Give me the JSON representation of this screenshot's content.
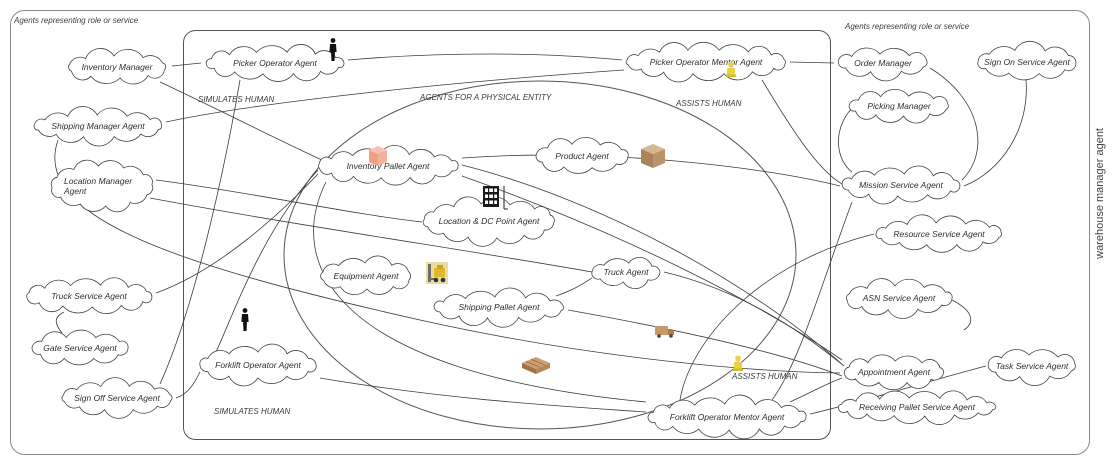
{
  "captions": {
    "left_group": "Agents representing role or service",
    "right_group": "Agents representing role or service",
    "side_title": "warehouse manager agent",
    "simulates_human_top": "SIMULATES HUMAN",
    "simulates_human_bottom": "SIMULATES HUMAN",
    "assists_human_top": "ASSISTS HUMAN",
    "assists_human_bottom": "ASSISTS HUMAN",
    "physical_entity": "AGENTS FOR A PHYSICAL ENTITY"
  },
  "left_agents": [
    "Inventory Manager",
    "Shipping Manager Agent",
    "Location Manager Agent",
    "Truck Service Agent",
    "Gate Service Agent",
    "Sign Off Service Agent"
  ],
  "human_agents": [
    "Picker Operator Agent",
    "Picker Operator Mentor Agent",
    "Forklift Operator Agent",
    "Forklift Operator Mentor Agent"
  ],
  "physical_entity_agents": [
    "Inventory Pallet Agent",
    "Product Agent",
    "Location & DC Point Agent",
    "Equipment Agent",
    "Truck Agent",
    "Shipping Pallet Agent"
  ],
  "right_agents": [
    "Order Manager",
    "Sign On Service Agent",
    "Picking Manager",
    "Mission Service Agent",
    "Resource Service Agent",
    "ASN Service Agent",
    "Appointment Agent",
    "Task Service Agent",
    "Receiving Pallet Service Agent"
  ],
  "icons": {
    "human": "human-figure-icon",
    "mentor": "mentor-worker-icon",
    "product_box": "box-icon",
    "rack": "storage-rack-icon",
    "forklift": "forklift-icon",
    "truck": "truck-icon",
    "pallet": "pallet-icon"
  },
  "colors": {
    "line": "#3c3c3c",
    "cloud_fill": "#ffffff",
    "box_pink": "#ef9f86",
    "box_brown": "#b89468",
    "helmet": "#e6d43a"
  }
}
